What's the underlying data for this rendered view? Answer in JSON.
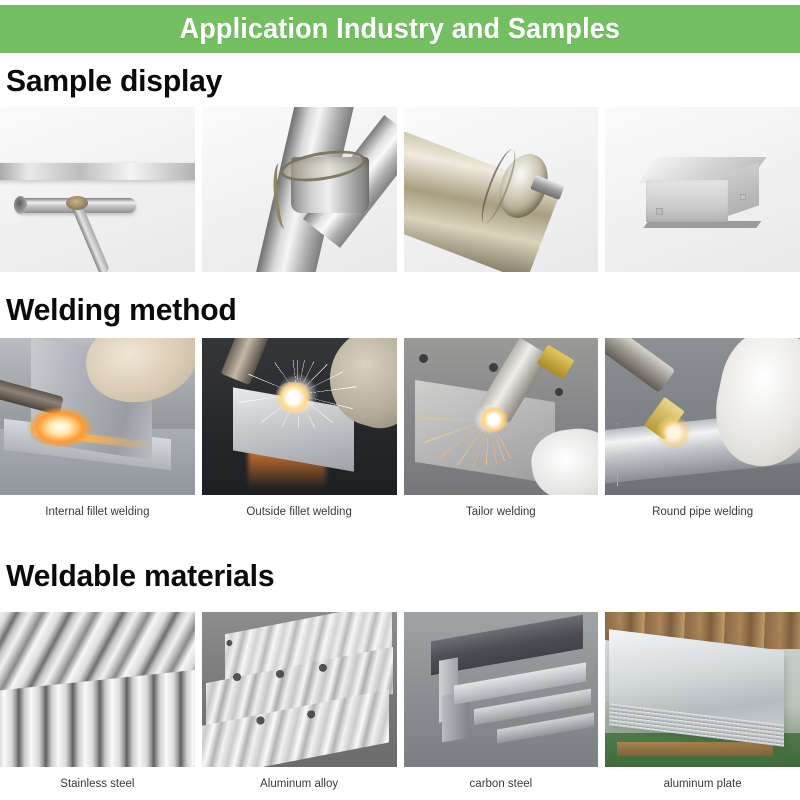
{
  "banner": {
    "title": "Application Industry and Samples",
    "background_color": "#74bf62",
    "text_color": "#ffffff"
  },
  "sections": [
    {
      "id": "sample-display",
      "heading": "Sample display",
      "items": [
        {
          "caption": "",
          "alt": "bent-stainless-tube-t-joint-weld"
        },
        {
          "caption": "",
          "alt": "stainless-tube-cross-joint-weld"
        },
        {
          "caption": "",
          "alt": "stainless-cylinder-tank-with-fitting"
        },
        {
          "caption": "",
          "alt": "stainless-rectangular-enclosure-box"
        }
      ]
    },
    {
      "id": "welding-method",
      "heading": "Welding method",
      "items": [
        {
          "caption": "Internal fillet welding",
          "alt": "internal-fillet-welding-photo"
        },
        {
          "caption": "Outside fillet welding",
          "alt": "outside-fillet-welding-photo"
        },
        {
          "caption": "Tailor welding",
          "alt": "tailor-welding-photo"
        },
        {
          "caption": "Round pipe welding",
          "alt": "round-pipe-welding-photo"
        }
      ]
    },
    {
      "id": "weldable-materials",
      "heading": "Weldable materials",
      "items": [
        {
          "caption": "Stainless steel",
          "alt": "stainless-steel-flat-bars"
        },
        {
          "caption": "Aluminum alloy",
          "alt": "aluminum-alloy-extrusion-profiles"
        },
        {
          "caption": "carbon steel",
          "alt": "carbon-steel-beams-and-angles"
        },
        {
          "caption": "aluminum plate",
          "alt": "stacked-aluminum-plates"
        }
      ]
    }
  ]
}
